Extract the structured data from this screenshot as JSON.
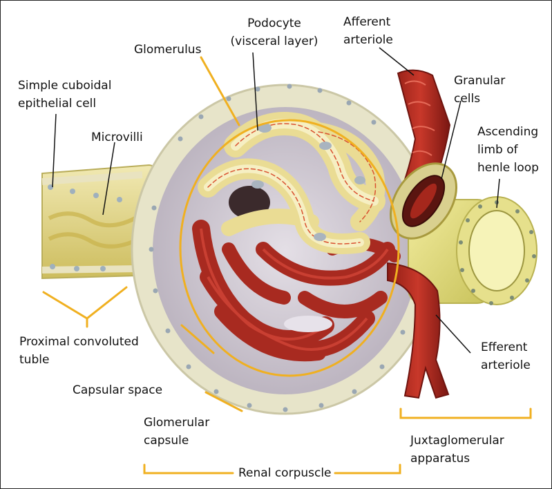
{
  "labels": {
    "podocyte": "Podocyte\n(visceral layer)",
    "afferent_arteriole": "Afferent\narteriole",
    "glomerulus": "Glomerulus",
    "simple_cuboidal": "Simple cuboidal\nepithelial cell",
    "granular_cells": "Granular\ncells",
    "microvilli": "Microvilli",
    "ascending_limb": "Ascending\nlimb of\nhenle loop",
    "proximal_tubule": "Proximal convoluted\ntuble",
    "efferent_arteriole": "Efferent\narteriole",
    "capsular_space": "Capsular space",
    "glomerular_capsule": "Glomerular\ncapsule",
    "juxtaglomerular": "Juxtaglomerular\napparatus",
    "renal_corpuscle": "Renal corpuscle"
  },
  "colors": {
    "leader_line": "#f0b020",
    "arrow": "#111111",
    "vessel_red": "#b3261e",
    "vessel_dark": "#7a1712",
    "podocyte_yellow": "#f3e7a6",
    "capsule_wall": "#ecebd2",
    "tubule_yellow": "#e6dc8e",
    "capsular_space": "#cdc6cf"
  }
}
